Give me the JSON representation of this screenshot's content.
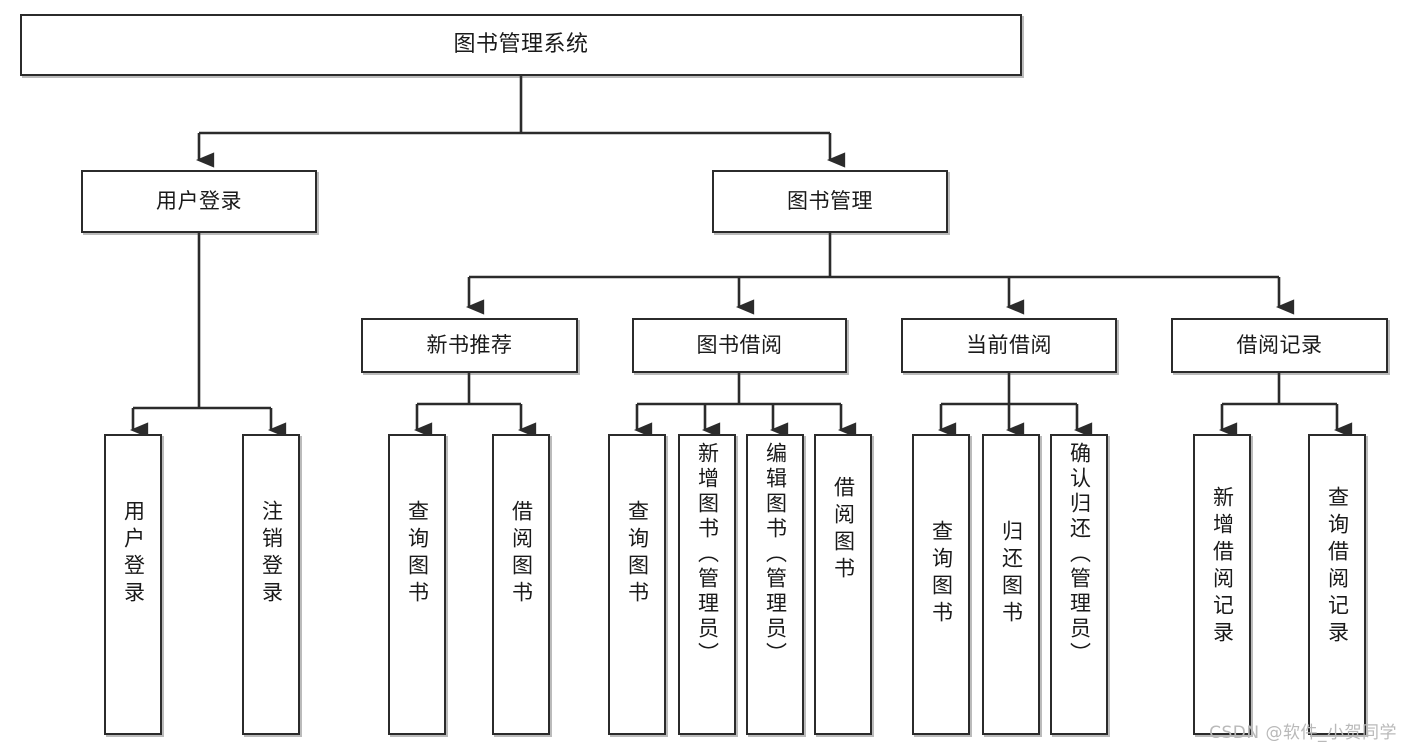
{
  "diagram": {
    "title": "图书管理系统",
    "watermark": "CSDN @软件_小贺同学",
    "colors": {
      "box_border": "#2b2b2b",
      "box_fill": "#ffffff",
      "edge": "#2b2b2b",
      "text": "#1a1a1a",
      "watermark": "#b9b9b9"
    },
    "root": {
      "label": "图书管理系统"
    },
    "level2": [
      {
        "label": "用户登录"
      },
      {
        "label": "图书管理"
      }
    ],
    "level3": [
      {
        "label": "新书推荐"
      },
      {
        "label": "图书借阅"
      },
      {
        "label": "当前借阅"
      },
      {
        "label": "借阅记录"
      }
    ],
    "leaves": {
      "user_login": [
        {
          "label": "用户登录"
        },
        {
          "label": "注销登录"
        }
      ],
      "new_book_recommend": [
        {
          "label": "查询图书"
        },
        {
          "label": "借阅图书"
        }
      ],
      "book_borrow": [
        {
          "label": "查询图书"
        },
        {
          "label": "新增图书（管理员）"
        },
        {
          "label": "编辑图书（管理员）"
        },
        {
          "label": "借阅图书"
        }
      ],
      "current_borrow": [
        {
          "label": "查询图书"
        },
        {
          "label": "归还图书"
        },
        {
          "label": "确认归还（管理员）"
        }
      ],
      "borrow_record": [
        {
          "label": "新增借阅记录"
        },
        {
          "label": "查询借阅记录"
        }
      ]
    }
  }
}
